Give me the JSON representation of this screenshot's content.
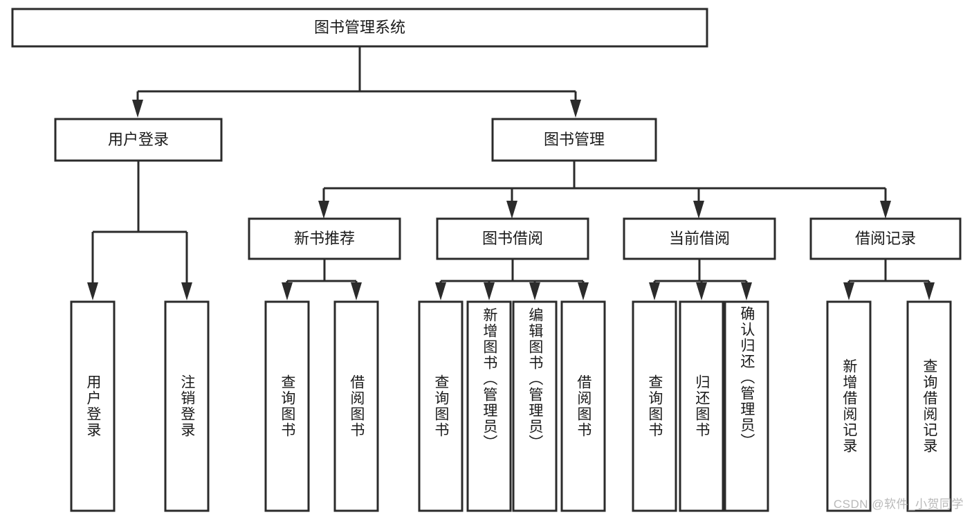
{
  "diagram": {
    "type": "tree",
    "title": "图书管理系统",
    "orientation": "top-down",
    "colors": {
      "box_fill": "#ffffff",
      "box_stroke": "#2b2b2b",
      "text": "#1a1a1a",
      "watermark": "#b9b9b9",
      "background": "#ffffff"
    },
    "root": {
      "label": "图书管理系统"
    },
    "level2": [
      {
        "label": "用户登录"
      },
      {
        "label": "图书管理"
      }
    ],
    "level3": [
      {
        "label": "新书推荐"
      },
      {
        "label": "图书借阅"
      },
      {
        "label": "当前借阅"
      },
      {
        "label": "借阅记录"
      }
    ],
    "leaves": {
      "user_login": [
        "用户登录",
        "注销登录"
      ],
      "new_book_recommend": [
        "查询图书",
        "借阅图书"
      ],
      "book_borrow": [
        "查询图书",
        "新增图书（管理员）",
        "编辑图书（管理员）",
        "借阅图书"
      ],
      "current_borrow": [
        "查询图书",
        "归还图书",
        "确认归还（管理员）"
      ],
      "borrow_record": [
        "新增借阅记录",
        "查询借阅记录"
      ]
    },
    "edges": [
      {
        "from": "图书管理系统",
        "to": "用户登录"
      },
      {
        "from": "图书管理系统",
        "to": "图书管理"
      },
      {
        "from": "图书管理",
        "to": "新书推荐"
      },
      {
        "from": "图书管理",
        "to": "图书借阅"
      },
      {
        "from": "图书管理",
        "to": "当前借阅"
      },
      {
        "from": "图书管理",
        "to": "借阅记录"
      },
      {
        "from": "用户登录",
        "to": "用户登录"
      },
      {
        "from": "用户登录",
        "to": "注销登录"
      },
      {
        "from": "新书推荐",
        "to": "查询图书"
      },
      {
        "from": "新书推荐",
        "to": "借阅图书"
      },
      {
        "from": "图书借阅",
        "to": "查询图书"
      },
      {
        "from": "图书借阅",
        "to": "新增图书（管理员）"
      },
      {
        "from": "图书借阅",
        "to": "编辑图书（管理员）"
      },
      {
        "from": "图书借阅",
        "to": "借阅图书"
      },
      {
        "from": "当前借阅",
        "to": "查询图书"
      },
      {
        "from": "当前借阅",
        "to": "归还图书"
      },
      {
        "from": "当前借阅",
        "to": "确认归还（管理员）"
      },
      {
        "from": "借阅记录",
        "to": "新增借阅记录"
      },
      {
        "from": "借阅记录",
        "to": "查询借阅记录"
      }
    ]
  },
  "watermark": {
    "text": "CSDN @软件_小贺同学"
  }
}
